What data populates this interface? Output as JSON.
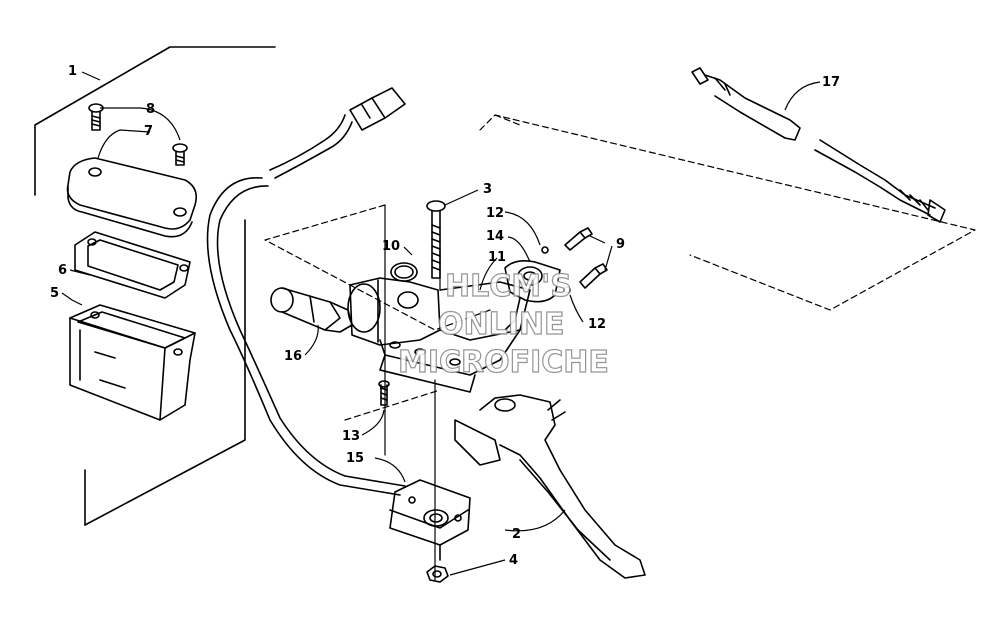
{
  "diagram": {
    "callouts": {
      "c1": "1",
      "c2": "2",
      "c3": "3",
      "c4": "4",
      "c5": "5",
      "c6": "6",
      "c7": "7",
      "c8": "8",
      "c9": "9",
      "c10": "10",
      "c11": "11",
      "c12a": "12",
      "c12b": "12",
      "c13": "13",
      "c14": "14",
      "c15": "15",
      "c16": "16",
      "c17": "17"
    },
    "watermark": [
      "HLCM'S",
      "ONLINE",
      "MICROFICHE"
    ],
    "line_color": "#000000",
    "background": "#ffffff"
  }
}
